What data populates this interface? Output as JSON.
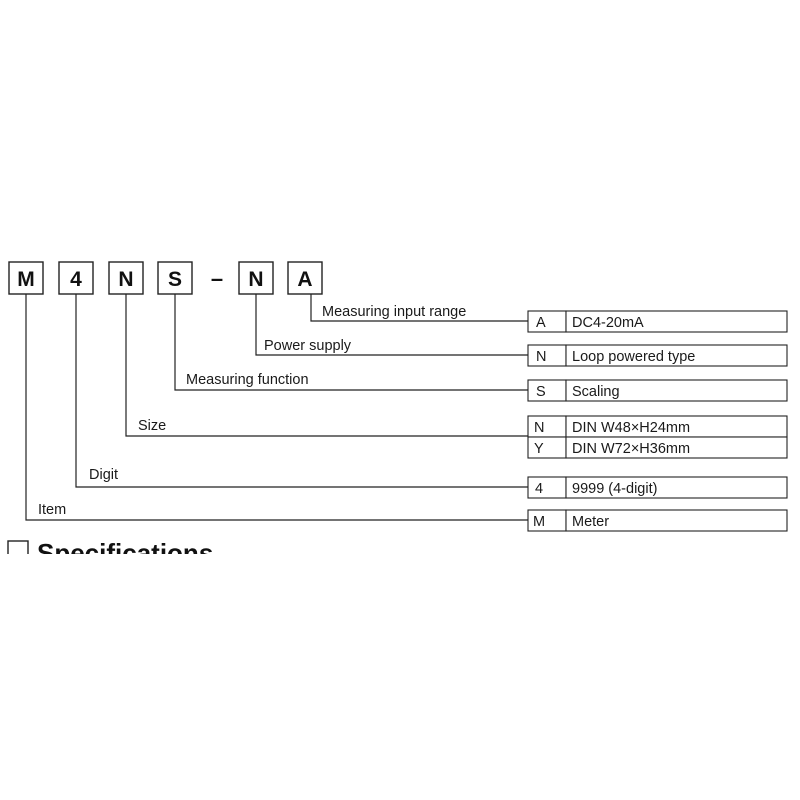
{
  "code": {
    "chars": [
      "M",
      "4",
      "N",
      "S",
      "N",
      "A"
    ],
    "separator": "–"
  },
  "fields": {
    "input_range": {
      "label": "Measuring input range",
      "options": [
        {
          "code": "A",
          "desc": "DC4-20mA"
        }
      ]
    },
    "power_supply": {
      "label": "Power supply",
      "options": [
        {
          "code": "N",
          "desc": "Loop powered type"
        }
      ]
    },
    "function": {
      "label": "Measuring function",
      "options": [
        {
          "code": "S",
          "desc": "Scaling"
        }
      ]
    },
    "size": {
      "label": "Size",
      "options": [
        {
          "code": "N",
          "desc": "DIN W48×H24mm"
        },
        {
          "code": "Y",
          "desc": "DIN W72×H36mm"
        }
      ]
    },
    "digit": {
      "label": "Digit",
      "options": [
        {
          "code": "4",
          "desc": "9999 (4-digit)"
        }
      ]
    },
    "item": {
      "label": "Item",
      "options": [
        {
          "code": "M",
          "desc": "Meter"
        }
      ]
    }
  },
  "next_section": {
    "heading": "Specifications"
  }
}
